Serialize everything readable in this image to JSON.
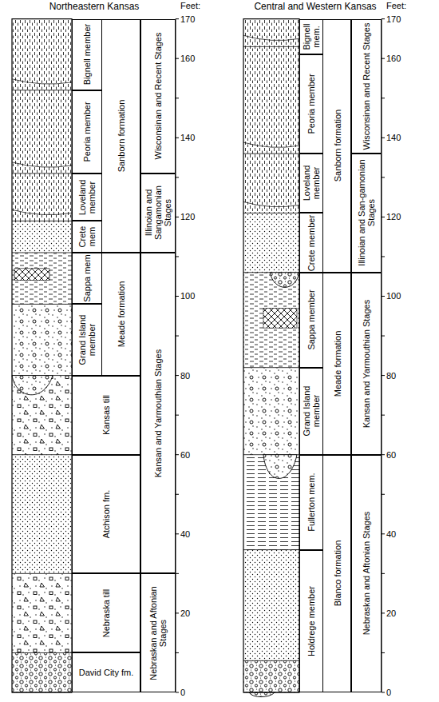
{
  "diagram": {
    "nodes": [
      {
        "text": [
          "Sanborn formation"
        ]
      },
      {
        "text": [
          "Bignell member"
        ],
        "in": 0
      },
      {
        "text": [
          "Peoria member"
        ],
        "in": 0
      },
      {
        "text": [
          "Loveland member"
        ],
        "in": 0
      },
      {
        "text": [
          "Crete mem"
        ],
        "in": 0
      },
      {
        "text": [
          "Meade formation"
        ]
      },
      {
        "text": [
          "Sappa mem"
        ],
        "in": 5
      },
      {
        "text": [
          "Grand Island member"
        ],
        "in": 5
      },
      {
        "text": [
          "Kansas till"
        ]
      },
      {
        "text": [
          "Atchison fm."
        ]
      },
      {
        "text": [
          "Nebraska till"
        ]
      },
      {
        "text": [
          "David City fm."
        ]
      },
      {
        "text": [
          "Wisconsinan and Recent Stages"
        ]
      },
      {
        "text": [
          "Illinoian and Sangamonian Stages"
        ]
      },
      {
        "text": [
          "Kansan and Yarmouthian Stages"
        ]
      },
      {
        "text": [
          "Nebraskan and Aftonian Stages"
        ]
      },
      {
        "text": [
          "Sanborn formation"
        ]
      },
      {
        "text": [
          "Bignell mem."
        ],
        "in": 16
      },
      {
        "text": [
          "Peoria member"
        ],
        "in": 16
      },
      {
        "text": [
          "Loveland member"
        ],
        "in": 16
      },
      {
        "text": [
          "Crete member"
        ],
        "in": 16
      },
      {
        "text": [
          "Meade formation"
        ]
      },
      {
        "text": [
          "Sappa member"
        ],
        "in": 21
      },
      {
        "text": [
          "Grand Island member"
        ],
        "in": 21
      },
      {
        "text": [
          "Blanco formation"
        ]
      },
      {
        "text": [
          "Fullerton mem."
        ],
        "in": 24
      },
      {
        "text": [
          "Holdrege member"
        ],
        "in": 24
      },
      {
        "text": [
          "Wisconsinan and Recent Stages"
        ]
      },
      {
        "text": [
          "Illinoian and San-gamonian Stages"
        ]
      },
      {
        "text": [
          "Kansan and Yarmouthian Stages"
        ]
      },
      {
        "text": [
          "Nebraskan and Aftonian Stages"
        ]
      }
    ],
    "labels": [
      "Northeastern Kansas",
      "Feet:",
      "170",
      "160",
      "140",
      "120",
      "100",
      "80",
      "60",
      "40",
      "20",
      "0",
      "Central and Western Kansas",
      "Feet:",
      "170",
      "160",
      "140",
      "120",
      "100",
      "80",
      "60",
      "40",
      "20",
      "0"
    ]
  }
}
